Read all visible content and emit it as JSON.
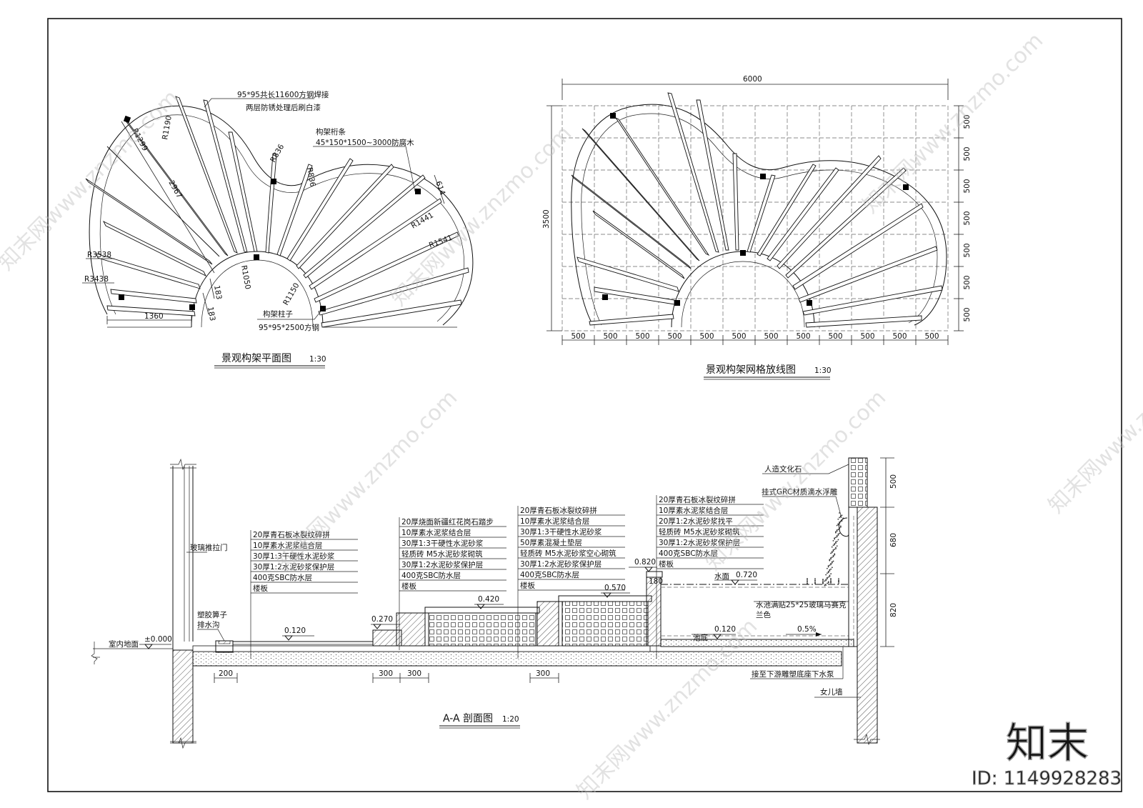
{
  "plan": {
    "title": "景观构架平面图",
    "scale": "1:30",
    "labels": {
      "steel_beam_1": "95*95共长11600方钢焊接",
      "steel_beam_2": "两层防锈处理后刷白漆",
      "purlin_1": "构架桁条",
      "purlin_2": "45*150*1500~3000防腐木",
      "post_1": "构架柱子",
      "post_2": "95*95*2500方钢"
    },
    "dims": {
      "r1190": "R1190",
      "r1299": "R1299",
      "d2967": "2967",
      "r836a": "R836",
      "r836b": "R836",
      "d614": "614",
      "r1441": "R1441",
      "r1541": "R1541",
      "r3538": "R3538",
      "r3438": "R3438",
      "r1050": "R1050",
      "r1150": "R1150",
      "d183a": "183",
      "d183b": "183",
      "d1360": "1360"
    }
  },
  "grid_plan": {
    "title": "景观构架网格放线图",
    "scale": "1:30",
    "width": "6000",
    "height": "3500",
    "col_labels": [
      "500",
      "500",
      "500",
      "500",
      "500",
      "500",
      "500",
      "500",
      "500",
      "500",
      "500",
      "500"
    ],
    "row_labels": [
      "500",
      "500",
      "500",
      "500",
      "500",
      "500",
      "500"
    ]
  },
  "section": {
    "title": "A-A 剖面图",
    "scale": "1:20",
    "door": "玻璃推拉门",
    "drain_1": "塑胶箅子",
    "drain_2": "排水沟",
    "floor_label": "室内地面",
    "floor_el": "±0.000",
    "notes_a": [
      "20厚青石板冰裂纹碎拼",
      "10厚素水泥浆结合层",
      "30厚1:3干硬性水泥砂浆",
      "30厚1:2水泥砂浆保护层",
      "400克SBC防水层",
      "楼板"
    ],
    "notes_b": [
      "20厚烧面新疆红花岗石踏步",
      "10厚素水泥浆结合层",
      "30厚1:3干硬性水泥砂浆",
      "轻质砖 M5水泥砂浆砌筑",
      "30厚1:2水泥砂浆保护层",
      "400克SBC防水层",
      "楼板"
    ],
    "notes_c": [
      "20厚青石板冰裂纹碎拼",
      "10厚素水泥浆结合层",
      "30厚1:3干硬性水泥砂浆",
      "50厚素混凝土垫层",
      "轻质砖 M5水泥砂浆空心砌筑",
      "30厚1:2水泥砂浆保护层",
      "400克SBC防水层",
      "楼板"
    ],
    "notes_d": [
      "20厚青石板冰裂纹碎拼",
      "10厚素水泥浆结合层",
      "20厚1:2水泥砂浆找平",
      "轻质砖 M5水泥砂浆砌筑",
      "30厚1:2水泥砂浆保护层",
      "400克SBC防水层",
      "楼板"
    ],
    "el_0120": "0.120",
    "el_0270": "0.270",
    "el_0420": "0.420",
    "el_0570": "0.570",
    "el_0820": "0.820",
    "el_0720": "0.720",
    "el_pool": "0.120",
    "slope": "0.5%",
    "d180": "180",
    "water": "水面",
    "pool_bottom": "池底",
    "stone": "人造文化石",
    "spout": "挂式GRC材质滴水浮雕",
    "mosaic_1": "水池满贴25*25玻璃马赛克",
    "mosaic_2": "兰色",
    "pump": "接至下游雕塑底座下水泵",
    "parapet": "女儿墙",
    "dims_bottom": [
      "200",
      "300",
      "300",
      "300"
    ],
    "dims_right": [
      "500",
      "680",
      "820"
    ]
  },
  "watermark": {
    "brand": "知末",
    "site": "知末网www.znzmo.com",
    "id": "ID: 1149928283"
  }
}
